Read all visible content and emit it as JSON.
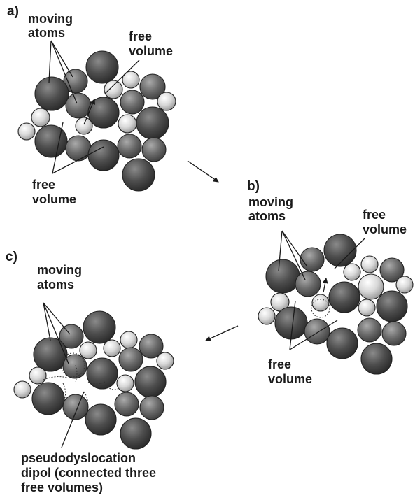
{
  "panels": {
    "a": {
      "label": "a)",
      "moving_atoms": [
        "moving",
        "atoms"
      ],
      "free_volume_right": [
        "free",
        "volume"
      ],
      "free_volume_bottom": [
        "free",
        "volume"
      ]
    },
    "b": {
      "label": "b)",
      "moving_atoms": [
        "moving",
        "atoms"
      ],
      "free_volume_right": [
        "free",
        "volume"
      ],
      "free_volume_bottom": [
        "free",
        "volume"
      ]
    },
    "c": {
      "label": "c)",
      "moving_atoms": [
        "moving",
        "atoms"
      ],
      "caption": [
        "pseudodyslocation",
        "dipol (connected three",
        "free volumes)"
      ]
    }
  },
  "colors": {
    "dark_atom": "#4a4a4a",
    "light_atom": "#e2e2e2",
    "ink": "#1a1a1a"
  }
}
